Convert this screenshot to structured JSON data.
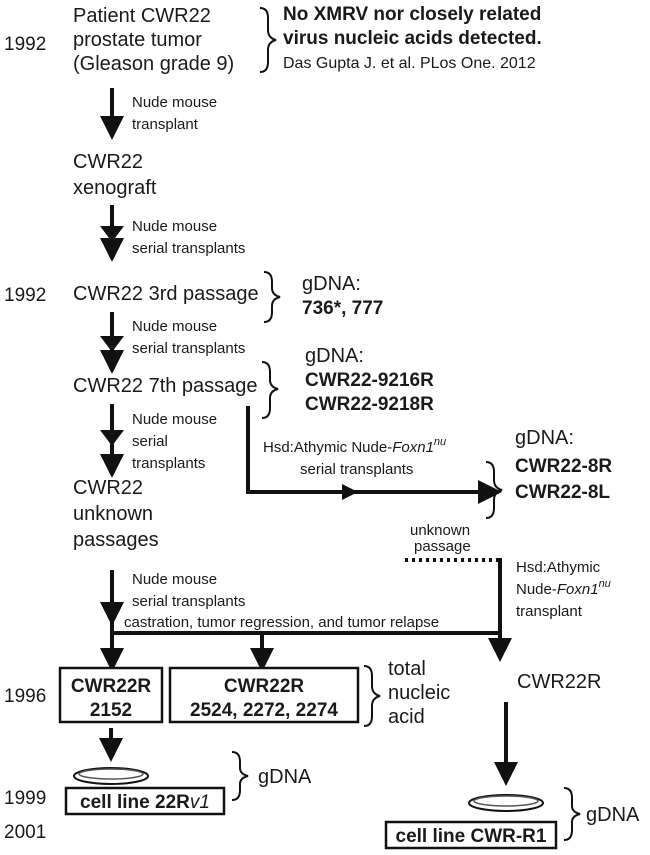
{
  "years": {
    "y1992a": "1992",
    "y1992b": "1992",
    "y1996": "1996",
    "y1999": "1999",
    "y2001": "2001"
  },
  "nodes": {
    "patient_line1": "Patient CWR22",
    "patient_line2": "prostate tumor",
    "patient_line3": "(Gleason grade 9)",
    "xenograft_line1": "CWR22",
    "xenograft_line2": "xenograft",
    "passage3": "CWR22 3rd passage",
    "passage7": "CWR22 7th passage",
    "unknown_line1": "CWR22",
    "unknown_line2": "unknown",
    "unknown_line3": "passages",
    "cwr22r_right": "CWR22R",
    "box1_line1": "CWR22R",
    "box1_line2": "2152",
    "box2_line1": "CWR22R",
    "box2_line2": "2524,  2272, 2274",
    "cell_line_left": "cell line 22R",
    "cell_line_left_italic": "v1",
    "cell_line_right": "cell line CWR-R1"
  },
  "edge_labels": {
    "e1_line1": "Nude mouse",
    "e1_line2": "transplant",
    "e2_line1": "Nude mouse",
    "e2_line2": "serial transplants",
    "e3_line1": "Nude mouse",
    "e3_line2": "serial transplants",
    "e4_line1": "Nude mouse",
    "e4_line2": "serial",
    "e4_line3": "transplants",
    "e5_line1": "Nude mouse",
    "e5_line2": "serial transplants",
    "castration": "castration, tumor regression, and tumor relapse",
    "hsd1_prefix": "Hsd:Athymic Nude-",
    "hsd1_gene": "Foxn1",
    "hsd1_sup": "nu",
    "hsd1_line2": "serial transplants",
    "unknown_passage_line1": "unknown",
    "unknown_passage_line2": "passage",
    "hsd2_line1": "Hsd:Athymic",
    "hsd2_prefix": "Nude-",
    "hsd2_gene": "Foxn1",
    "hsd2_sup": "nu",
    "hsd2_line3": "transplant"
  },
  "annotations": {
    "xmrv_line1": "No XMRV nor closely related",
    "xmrv_line2": "virus nucleic acids detected.",
    "citation": "Das Gupta J. et al. PLos One. 2012",
    "gdna_label": "gDNA:",
    "gdna_p3": "736*, 777",
    "gdna_p7_line1": "CWR22-9216R",
    "gdna_p7_line2": "CWR22-9218R",
    "gdna_8_line1": "CWR22-8R",
    "gdna_8_line2": "CWR22-8L",
    "total_line1": "total",
    "total_line2": "nucleic",
    "total_line3": "acid",
    "gdna_plain": "gDNA"
  }
}
